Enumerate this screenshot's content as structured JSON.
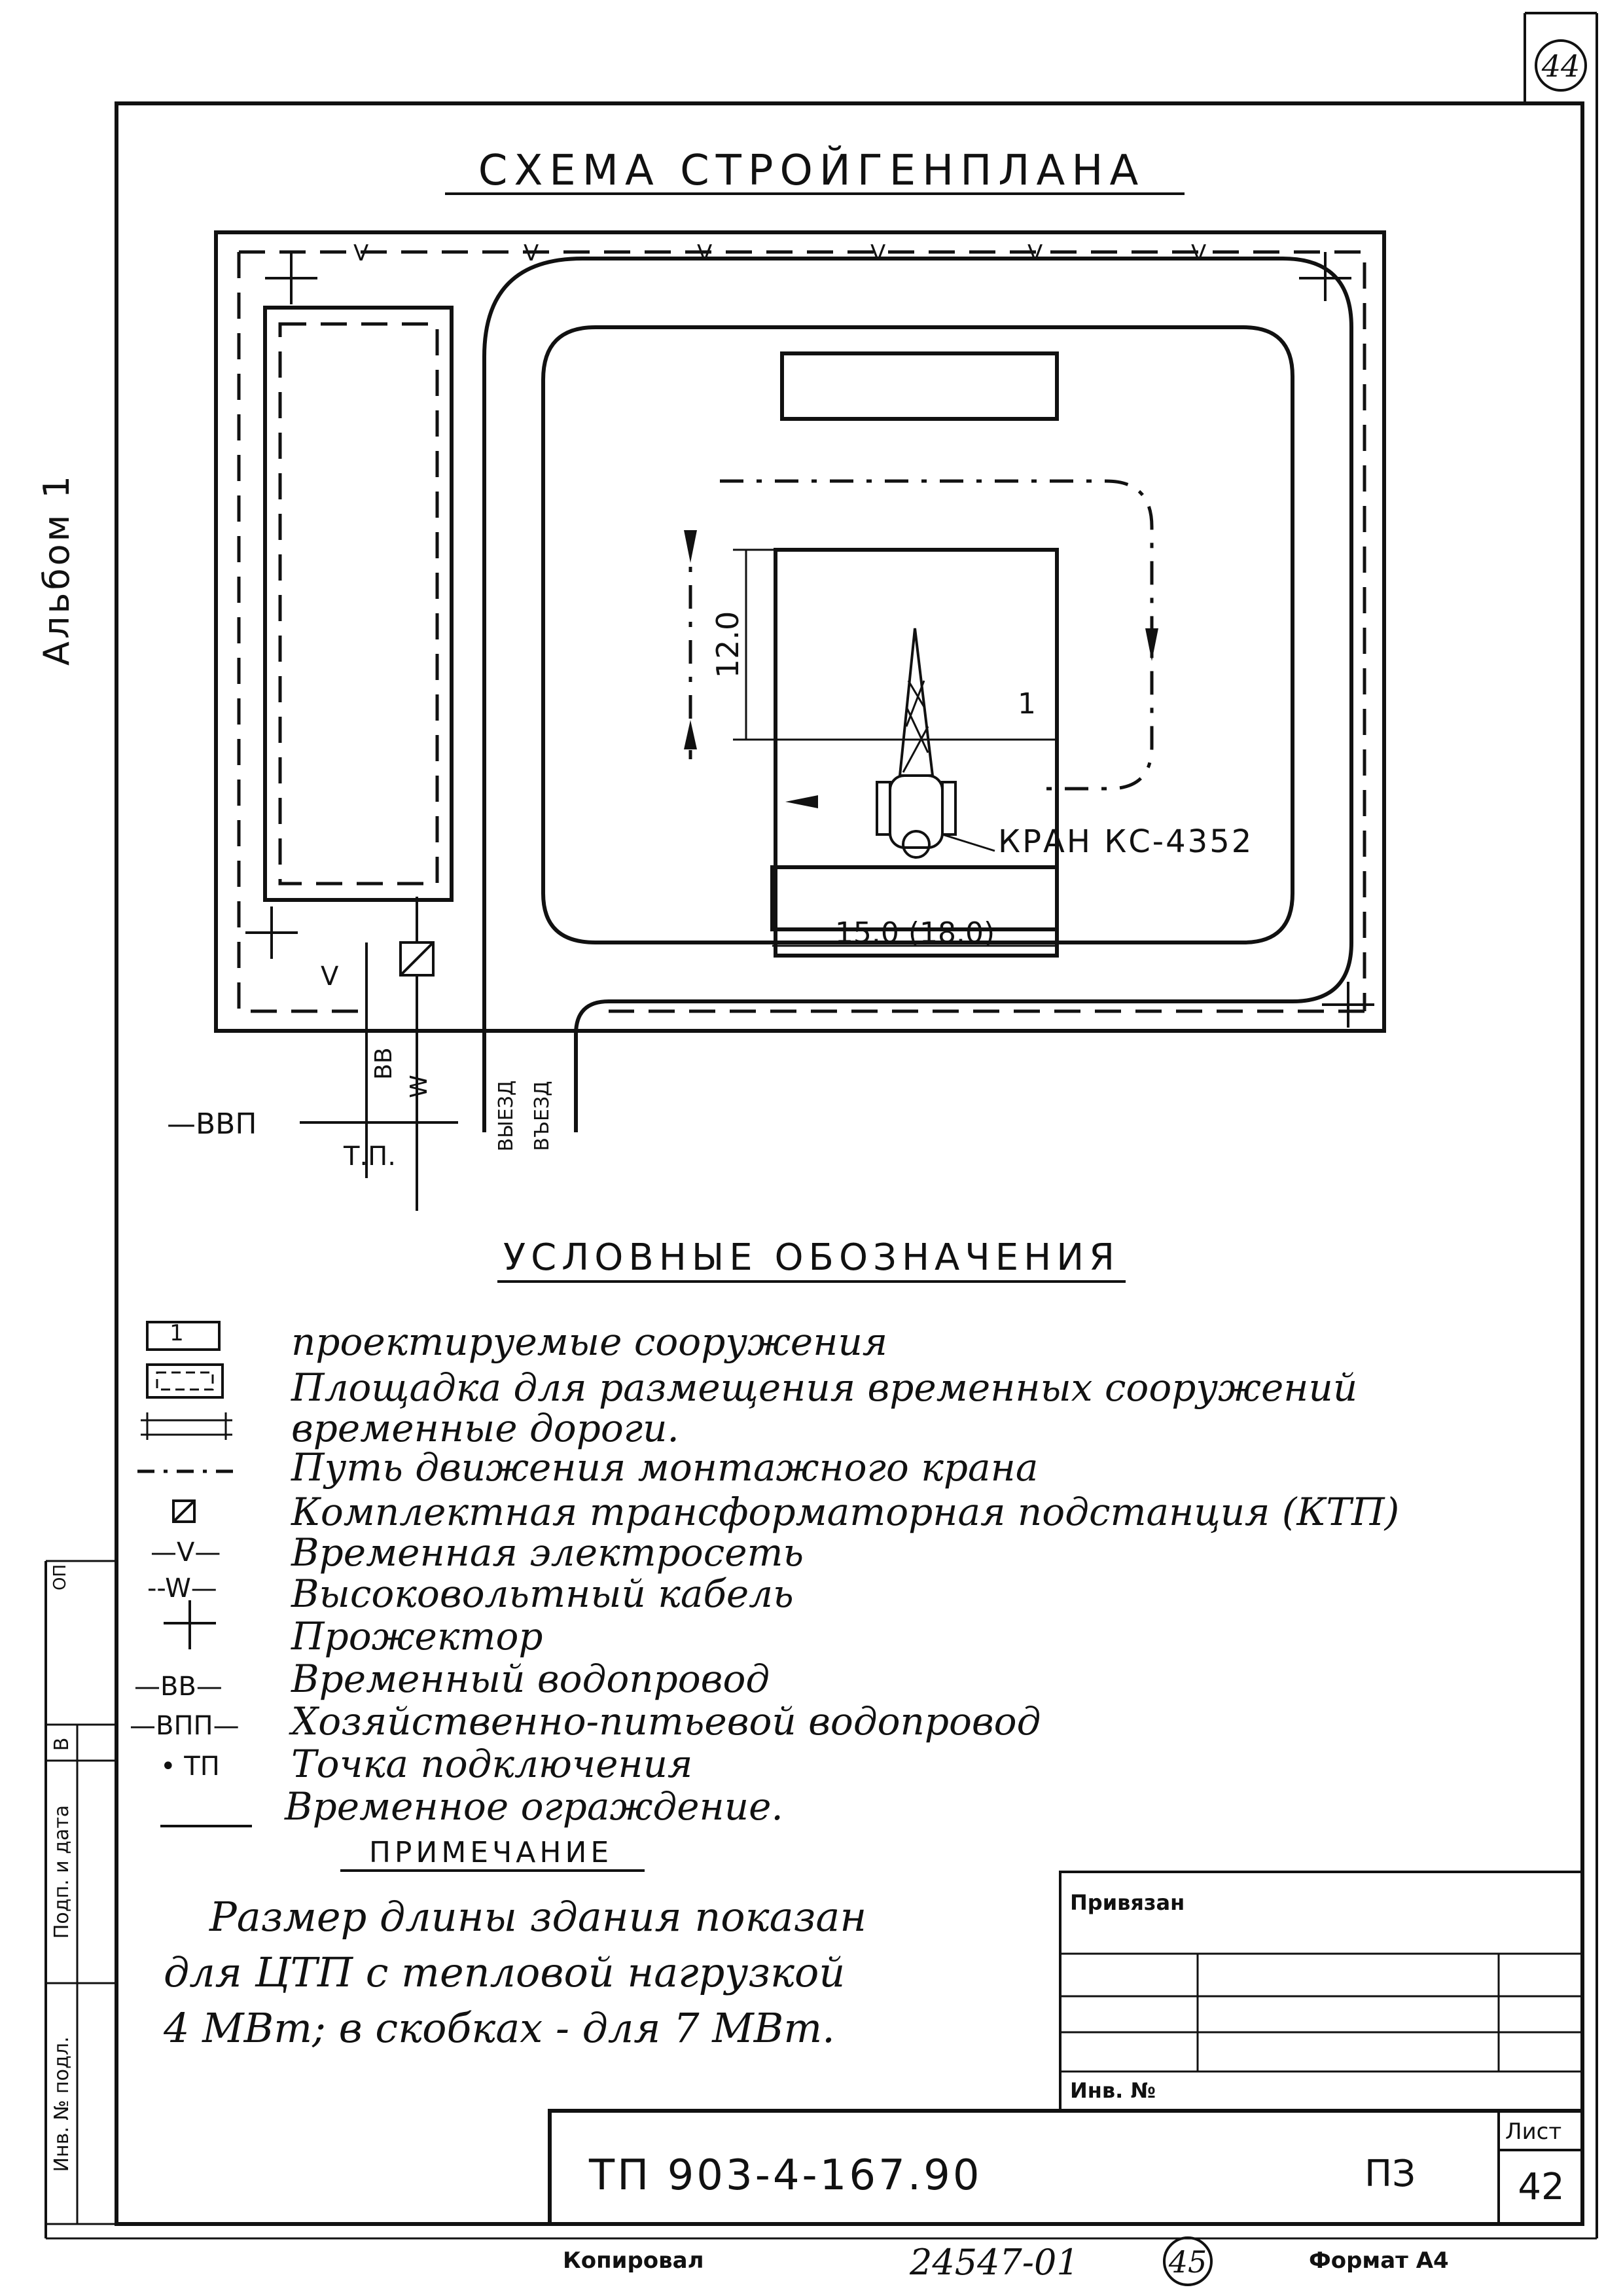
{
  "sheet_corner_number": "44",
  "side_label": "Альбом 1",
  "title": "СХЕМА СТРОЙГЕНПЛАНА",
  "site_plan": {
    "fence_marks": [
      "V",
      "V",
      "V",
      "V",
      "V",
      "V"
    ],
    "building_number": "1",
    "dimension_height": "12.0",
    "dimension_width": "15.0 (18.0)",
    "crane_label": "КРАН КС-4352",
    "v_mark": "V",
    "bb_label": "BB",
    "w_label": "W",
    "vvp_label": "—ВВП",
    "tp_label": "Т.П.",
    "exit_label": "ВЫЕЗД",
    "entry_label": "ВЪЕЗД"
  },
  "legend": {
    "heading": "УСЛОВНЫЕ ОБОЗНАЧЕНИЯ",
    "items": [
      {
        "symbol": "1",
        "text": "проектируемые сооружения"
      },
      {
        "symbol": "",
        "text": "Площадка для размещения временных сооружений"
      },
      {
        "symbol": "",
        "text": "временные дороги."
      },
      {
        "symbol": "",
        "text": "Путь движения монтажного крана"
      },
      {
        "symbol": "",
        "text": "Комплектная трансформаторная подстанция (КТП)"
      },
      {
        "symbol": "—V—",
        "text": "Временная электросеть"
      },
      {
        "symbol": "--W—",
        "text": "Высоковольтный кабель"
      },
      {
        "symbol": "",
        "text": "Прожектор"
      },
      {
        "symbol": "—BB—",
        "text": "Временный водопровод"
      },
      {
        "symbol": "—ВПП—",
        "text": "Хозяйственно-питьевой водопровод"
      },
      {
        "symbol": "• ТП",
        "text": "Точка подключения"
      },
      {
        "symbol": "",
        "text": "Временное ограждение."
      }
    ]
  },
  "note": {
    "heading": "ПРИМЕЧАНИЕ",
    "lines": [
      "Размер длины здания показан",
      "для ЦТП с тепловой нагрузкой",
      "4 МВт; в скобках - для 7 МВт."
    ]
  },
  "stamp": {
    "tied_label": "Привязан",
    "inv_label": "Инв. №",
    "doc_code": "ТП 903-4-167.90",
    "section": "ПЗ",
    "sheet_label": "Лист",
    "sheet_number": "42"
  },
  "left_margin": {
    "inv_label": "Инв. № подл.",
    "sign_label": "Подп. и дата",
    "vzam_label": "В",
    "small_label": "ОП"
  },
  "footer": {
    "copied": "Копировал",
    "number": "24547-01",
    "circled": "45",
    "format": "Формат А4"
  }
}
